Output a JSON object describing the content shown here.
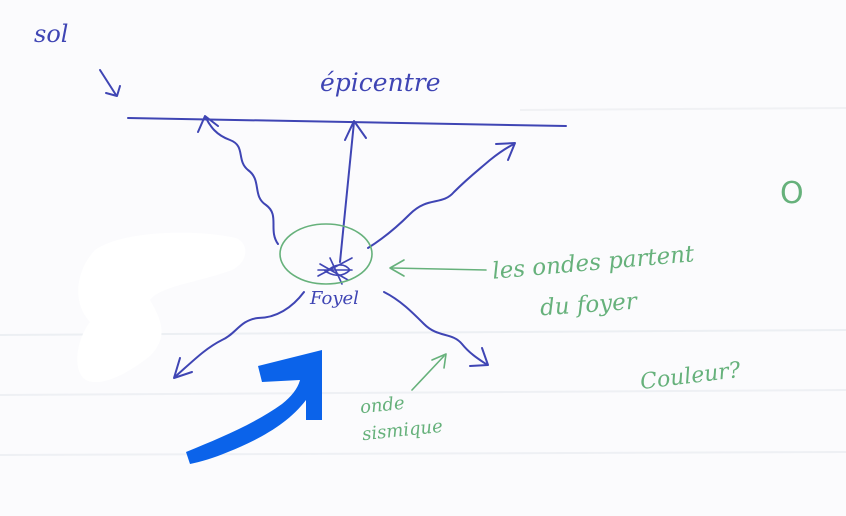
{
  "labels": {
    "sol": "sol",
    "epicentre": "épicentre",
    "foyer": "Foyel",
    "ondes": "les ondes partent",
    "ondes_line2": "du foyer",
    "couleur": "Couleur?",
    "onde": "onde",
    "sismique": "sismique",
    "circle_mark": "O"
  },
  "colors": {
    "ink_blue": "#3f45b4",
    "ink_green": "#66b17b",
    "marker_blue": "#0b63ea",
    "paper": "#fbfbfd"
  }
}
